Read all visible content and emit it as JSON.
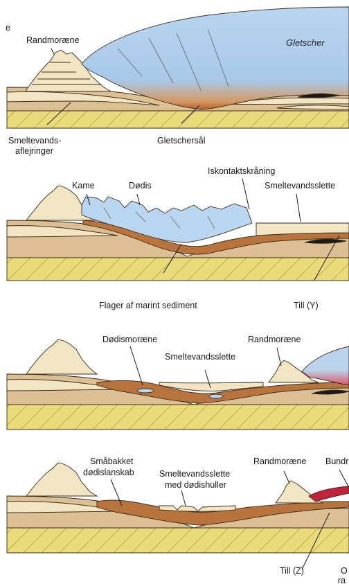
{
  "panels": [
    {
      "id": "panel-1",
      "labels": {
        "edge_fragment": "e",
        "randmoraene": "Randmoræne",
        "gletscher": "Gletscher",
        "smeltevandsaflejringer_line1": "Smeltevands-",
        "smeltevandsaflejringer_line2": "aflejringer",
        "gletschersaal": "Gletschersål"
      }
    },
    {
      "id": "panel-2",
      "labels": {
        "kame": "Kame",
        "doedis": "Dødis",
        "iskontaktskraaning": "Iskontaktskråning",
        "smeltevandsslette": "Smeltevandsslette",
        "flager": "Flager af marint sediment",
        "till_y": "Till (Y)"
      }
    },
    {
      "id": "panel-3",
      "labels": {
        "doedismoraene": "Dødismoræne",
        "smeltevandsslette": "Smeltevandsslette",
        "randmoraene": "Randmoræne"
      }
    },
    {
      "id": "panel-4",
      "labels": {
        "smaabakket_line1": "Småbakket",
        "smaabakket_line2": "dødislanskab",
        "smeltevandsslette_line1": "Smeltevandsslette",
        "smeltevandsslette_line2": "med dødishuller",
        "randmoraene": "Randmoræne",
        "bundmoraene_partial": "Bundr",
        "till_z": "Till (Z)",
        "cut_line1": "O",
        "cut_line2": "ra"
      }
    }
  ],
  "colors": {
    "ice": "#b9d5ef",
    "sediment_light": "#f3e5c3",
    "sediment_mid": "#dcbf93",
    "till_brown": "#b9733c",
    "bedrock": "#e9da7a",
    "bedrock_dark": "#d8c766",
    "moraine_red": "#c0233b"
  }
}
